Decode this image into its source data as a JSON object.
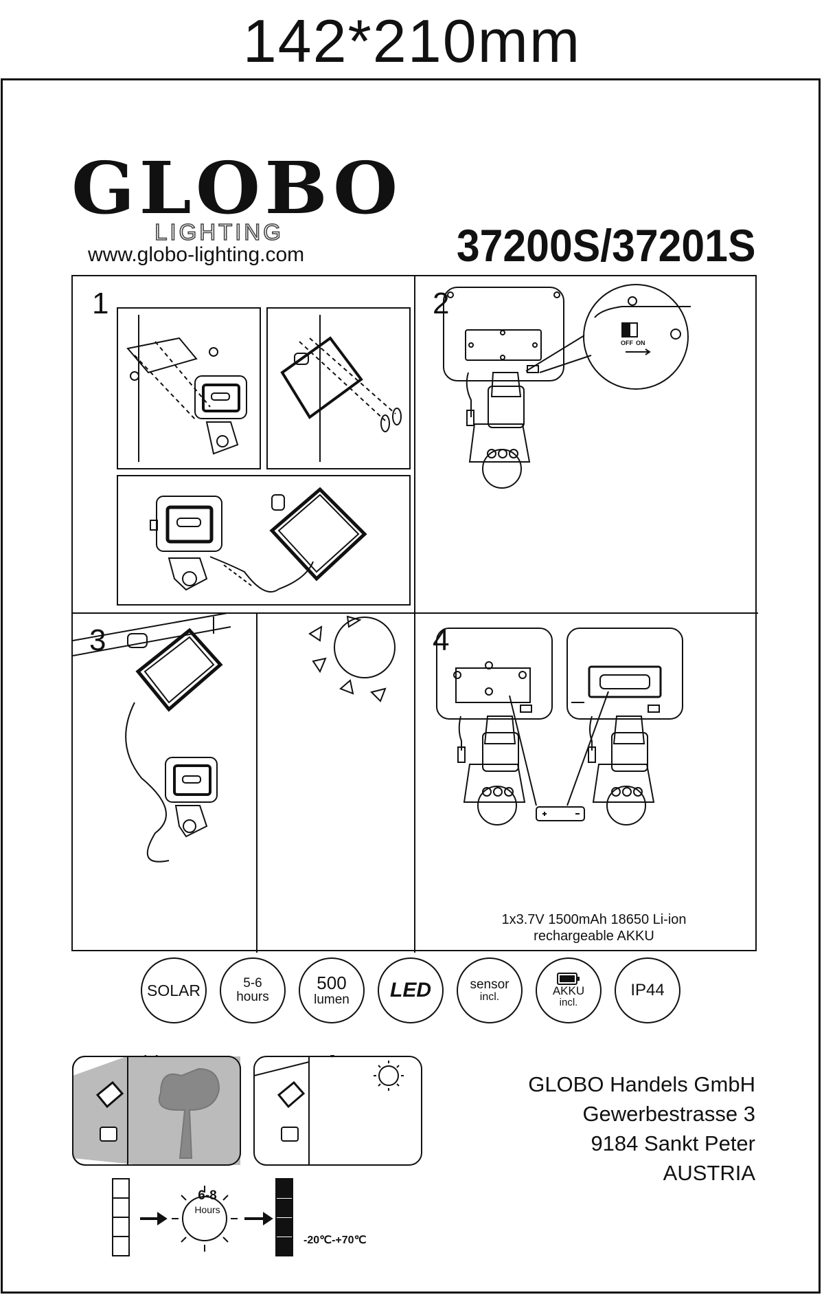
{
  "page": {
    "size_label": "142*210mm"
  },
  "brand": {
    "logo": "GLOBO",
    "sub_logo": "LIGHTING",
    "website": "www.globo-lighting.com",
    "model": "37200S/37201S"
  },
  "steps": [
    {
      "number": "1"
    },
    {
      "number": "2",
      "switch_off": "OFF",
      "switch_on": "ON"
    },
    {
      "number": "3"
    },
    {
      "number": "4"
    }
  ],
  "battery": {
    "caption_line1": "1x3.7V 1500mAh 18650 Li-ion",
    "caption_line2": "rechargeable AKKU"
  },
  "features": [
    {
      "line1": "SOLAR",
      "line2": ""
    },
    {
      "line1": "5-6",
      "line2": "hours"
    },
    {
      "line1": "500",
      "line2": "lumen"
    },
    {
      "line1": "LED",
      "line2": ""
    },
    {
      "line1": "sensor",
      "line2": "incl."
    },
    {
      "line1": "AKKU",
      "line2": "incl."
    },
    {
      "line1": "IP44",
      "line2": ""
    }
  ],
  "charging": {
    "sun_hours_value": "6-8",
    "sun_hours_label": "Hours",
    "temperature": "-20℃-+70℃"
  },
  "address": {
    "company": "GLOBO Handels GmbH",
    "street": "Gewerbestrasse 3",
    "city": "9184 Sankt Peter",
    "country": "AUSTRIA"
  }
}
